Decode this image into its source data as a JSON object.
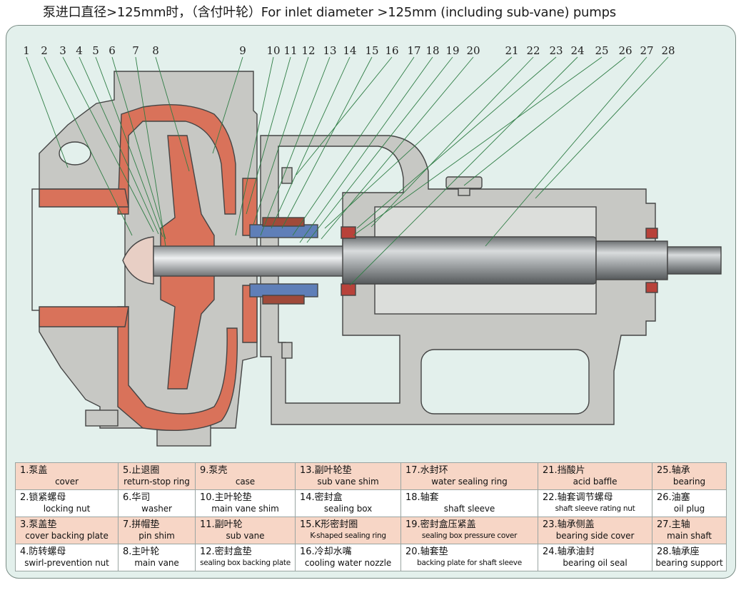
{
  "title": "泵进口直径>125mm时，（含付叶轮）For inlet diameter >125mm (including sub-vane) pumps",
  "callouts": [
    "1",
    "2",
    "3",
    "4",
    "5",
    "6",
    "7",
    "8",
    "9",
    "10",
    "11",
    "12",
    "13",
    "14",
    "15",
    "16",
    "17",
    "18",
    "19",
    "20",
    "21",
    "22",
    "23",
    "24",
    "25",
    "26",
    "27",
    "28"
  ],
  "parts": [
    [
      {
        "zh": "1.泵盖",
        "en": "cover"
      },
      {
        "zh": "5.止退圈",
        "en": "return-stop ring"
      },
      {
        "zh": "9.泵壳",
        "en": "case"
      },
      {
        "zh": "13.副叶轮垫",
        "en": "sub vane shim"
      },
      {
        "zh": "17.水封环",
        "en": "water sealing ring"
      },
      {
        "zh": "21.挡酸片",
        "en": "acid baffle"
      },
      {
        "zh": "25.轴承",
        "en": "bearing"
      }
    ],
    [
      {
        "zh": "2.锁紧螺母",
        "en": "locking nut"
      },
      {
        "zh": "6.华司",
        "en": "washer"
      },
      {
        "zh": "10.主叶轮垫",
        "en": "main vane shim"
      },
      {
        "zh": "14.密封盒",
        "en": "sealing box"
      },
      {
        "zh": "18.轴套",
        "en": "shaft sleeve"
      },
      {
        "zh": "22.轴套调节螺母",
        "en": "shaft sleeve rating nut"
      },
      {
        "zh": "26.油塞",
        "en": "oil plug"
      }
    ],
    [
      {
        "zh": "3.泵盖垫",
        "en": "cover backing plate"
      },
      {
        "zh": "7.拼帽垫",
        "en": "pin shim"
      },
      {
        "zh": "11.副叶轮",
        "en": "sub vane"
      },
      {
        "zh": "15.K形密封圈",
        "en": "K-shaped sealing ring"
      },
      {
        "zh": "19.密封盒压紧盖",
        "en": "sealing box pressure cover"
      },
      {
        "zh": "23.轴承侧盖",
        "en": "bearing side cover"
      },
      {
        "zh": "27.主轴",
        "en": "main shaft"
      }
    ],
    [
      {
        "zh": "4.防转螺母",
        "en": "swirl-prevention nut"
      },
      {
        "zh": "8.主叶轮",
        "en": "main vane"
      },
      {
        "zh": "12.密封盒垫",
        "en": "sealing box backing plate"
      },
      {
        "zh": "16.冷却水嘴",
        "en": "cooling water nozzle"
      },
      {
        "zh": "20.轴套垫",
        "en": "backing plate for shaft sleeve"
      },
      {
        "zh": "24.轴承油封",
        "en": "bearing oil seal"
      },
      {
        "zh": "28.轴承座",
        "en": "bearing support"
      }
    ]
  ],
  "colors": {
    "frame_bg": "#e3f0ec",
    "casing_gray": "#c7c8c4",
    "lining_red": "#d9725a",
    "shaft": "#9ea2a4",
    "leader": "#2f7d45",
    "table_shade": "#f7d6c6"
  }
}
